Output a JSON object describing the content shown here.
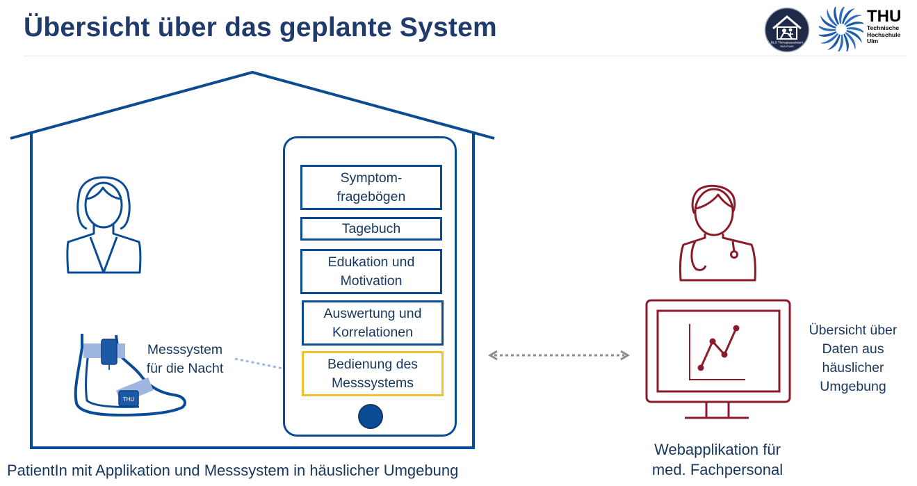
{
  "header": {
    "title": "Übersicht über das geplante System",
    "logo_left_text": "BLS Therapieassistent",
    "logo_left_subtext": "RAS-PUMS",
    "logo_right_text": "THU",
    "logo_right_subtext": [
      "Technische",
      "Hochschule",
      "Ulm"
    ]
  },
  "app_menu": [
    {
      "line1": "Symptom-",
      "line2": "fragebögen"
    },
    {
      "line1": "Tagebuch",
      "line2": ""
    },
    {
      "line1": "Edukation und",
      "line2": "Motivation"
    },
    {
      "line1": "Auswertung und",
      "line2": "Korrelationen"
    },
    {
      "line1": "Bedienung des",
      "line2": "Messsystems"
    }
  ],
  "labels": {
    "measurement_system_line1": "Messsystem",
    "measurement_system_line2": "für die Nacht",
    "foot_sensor_tag": "THU",
    "overview_line1": "Übersicht über",
    "overview_line2": "Daten aus",
    "overview_line3": "häuslicher",
    "overview_line4": "Umgebung"
  },
  "captions": {
    "home_caption": "PatientIn mit Applikation und Messsystem in häuslicher Umgebung",
    "webapp_line1": "Webapplikation für",
    "webapp_line2": "med. Fachpersonal"
  },
  "colors": {
    "primary_blue": "#0a4b96",
    "text_navy": "#17365d",
    "highlight_yellow": "#f2c12e",
    "doctor_red": "#8b1a2b",
    "sensor_band_light": "#9fb7e0",
    "arrow_gray": "#8c8c8c"
  },
  "chart_data": {
    "type": "line",
    "x": [
      1,
      2,
      3,
      4
    ],
    "y": [
      1,
      3,
      2,
      4
    ],
    "xlabel": "",
    "ylabel": "",
    "grid": false,
    "axes_visible": true
  }
}
